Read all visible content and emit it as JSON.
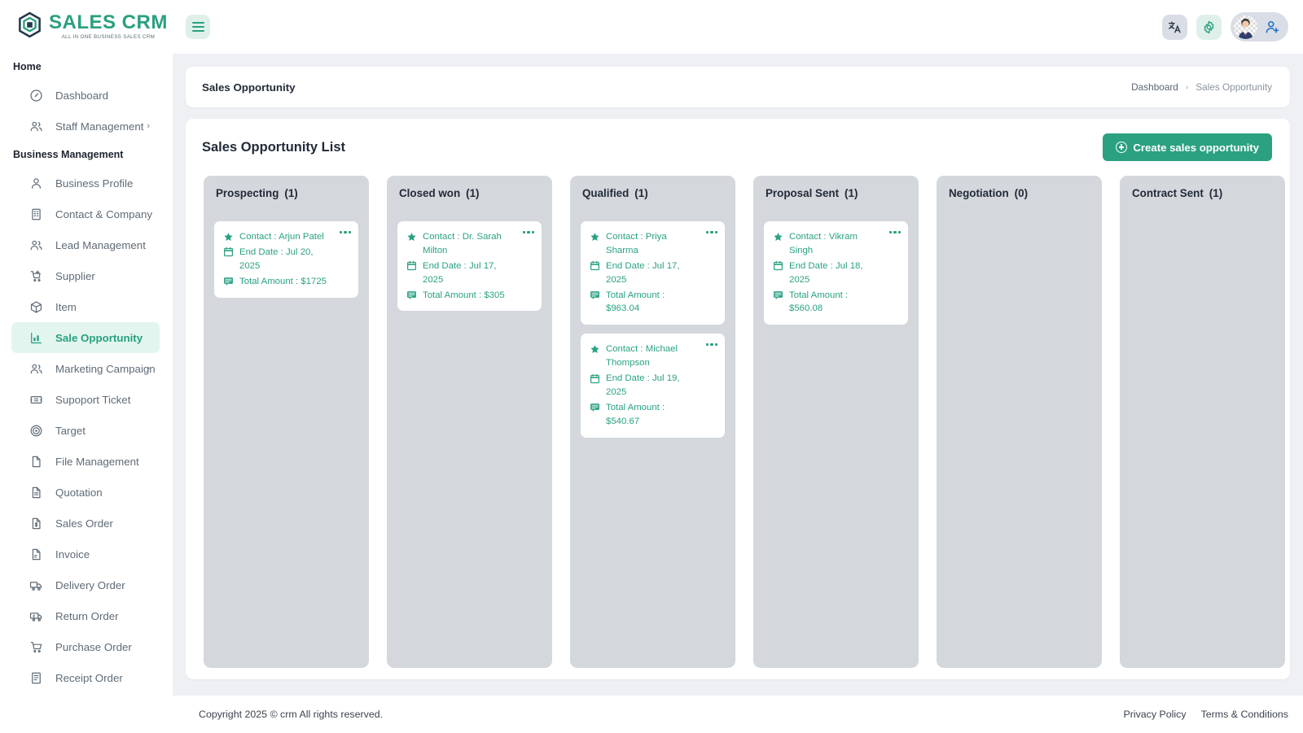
{
  "brand": {
    "name": "SALES CRM",
    "tagline": "ALL IN ONE BUSINESS SALES CRM",
    "accent": "#2aa07f",
    "logo_icon": "hexagon-logo-icon"
  },
  "sidebar": {
    "sections": [
      {
        "title": "Home",
        "items": [
          {
            "label": "Dashboard",
            "icon": "gauge-icon",
            "active": false,
            "caret": false
          },
          {
            "label": "Staff Management",
            "icon": "users-icon",
            "active": false,
            "caret": true
          }
        ]
      },
      {
        "title": "Business Management",
        "items": [
          {
            "label": "Business Profile",
            "icon": "user-icon",
            "active": false,
            "caret": false
          },
          {
            "label": "Contact & Company",
            "icon": "building-icon",
            "active": false,
            "caret": false
          },
          {
            "label": "Lead Management",
            "icon": "users-icon",
            "active": false,
            "caret": false
          },
          {
            "label": "Supplier",
            "icon": "cart-plus-icon",
            "active": false,
            "caret": false
          },
          {
            "label": "Item",
            "icon": "box-icon",
            "active": false,
            "caret": false
          },
          {
            "label": "Sale Opportunity",
            "icon": "bar-chart-icon",
            "active": true,
            "caret": false
          },
          {
            "label": "Marketing Campaign",
            "icon": "users-icon",
            "active": false,
            "caret": true
          },
          {
            "label": "Supoport Ticket",
            "icon": "ticket-icon",
            "active": false,
            "caret": false
          },
          {
            "label": "Target",
            "icon": "target-icon",
            "active": false,
            "caret": false
          },
          {
            "label": "File Management",
            "icon": "file-icon",
            "active": false,
            "caret": false
          },
          {
            "label": "Quotation",
            "icon": "file-lines-icon",
            "active": false,
            "caret": false
          },
          {
            "label": "Sales Order",
            "icon": "file-dollar-icon",
            "active": false,
            "caret": false
          },
          {
            "label": "Invoice",
            "icon": "invoice-icon",
            "active": false,
            "caret": false
          },
          {
            "label": "Delivery Order",
            "icon": "truck-icon",
            "active": false,
            "caret": false
          },
          {
            "label": "Return Order",
            "icon": "truck-return-icon",
            "active": false,
            "caret": false
          },
          {
            "label": "Purchase Order",
            "icon": "cart-icon",
            "active": false,
            "caret": false
          },
          {
            "label": "Receipt Order",
            "icon": "receipt-icon",
            "active": false,
            "caret": false
          }
        ]
      }
    ]
  },
  "topbar": {
    "menu_toggle": "hamburger-menu-icon",
    "language_icon": "translate-icon",
    "settings_icon": "gear-icon",
    "avatar": "user-avatar",
    "user_add_icon": "user-add-icon"
  },
  "breadcrumb": {
    "title": "Sales Opportunity",
    "trail": [
      "Dashboard",
      "Sales Opportunity"
    ],
    "separator": "›"
  },
  "list_header": {
    "title": "Sales Opportunity List",
    "create_label": "Create sales opportunity",
    "create_icon": "plus-circle-icon"
  },
  "board": {
    "labels": {
      "contact": "Contact :",
      "end_date": "End Date :",
      "total_amount": "Total Amount :"
    },
    "columns": [
      {
        "name": "Prospecting",
        "count": "(1)",
        "cards": [
          {
            "contact": "Contact : Arjun Patel",
            "end_date": "End Date : Jul 20, 2025",
            "amount": "Total Amount : $1725"
          }
        ]
      },
      {
        "name": "Closed won",
        "count": "(1)",
        "cards": [
          {
            "contact": "Contact : Dr. Sarah Milton",
            "end_date": "End Date : Jul 17, 2025",
            "amount": "Total Amount : $305"
          }
        ]
      },
      {
        "name": "Qualified",
        "count": "(1)",
        "cards": [
          {
            "contact": "Contact : Priya Sharma",
            "end_date": "End Date : Jul 17, 2025",
            "amount": "Total Amount : $963.04"
          },
          {
            "contact": "Contact : Michael Thompson",
            "end_date": "End Date : Jul 19, 2025",
            "amount": "Total Amount : $540.67"
          }
        ]
      },
      {
        "name": "Proposal Sent",
        "count": "(1)",
        "cards": [
          {
            "contact": "Contact : Vikram Singh",
            "end_date": "End Date : Jul 18, 2025",
            "amount": "Total Amount : $560.08"
          }
        ]
      },
      {
        "name": "Negotiation",
        "count": "(0)",
        "cards": []
      },
      {
        "name": "Contract Sent",
        "count": "(1)",
        "cards": []
      }
    ]
  },
  "footer": {
    "copyright": "Copyright 2025 © crm All rights reserved.",
    "links": [
      "Privacy Policy",
      "Terms & Conditions"
    ]
  }
}
